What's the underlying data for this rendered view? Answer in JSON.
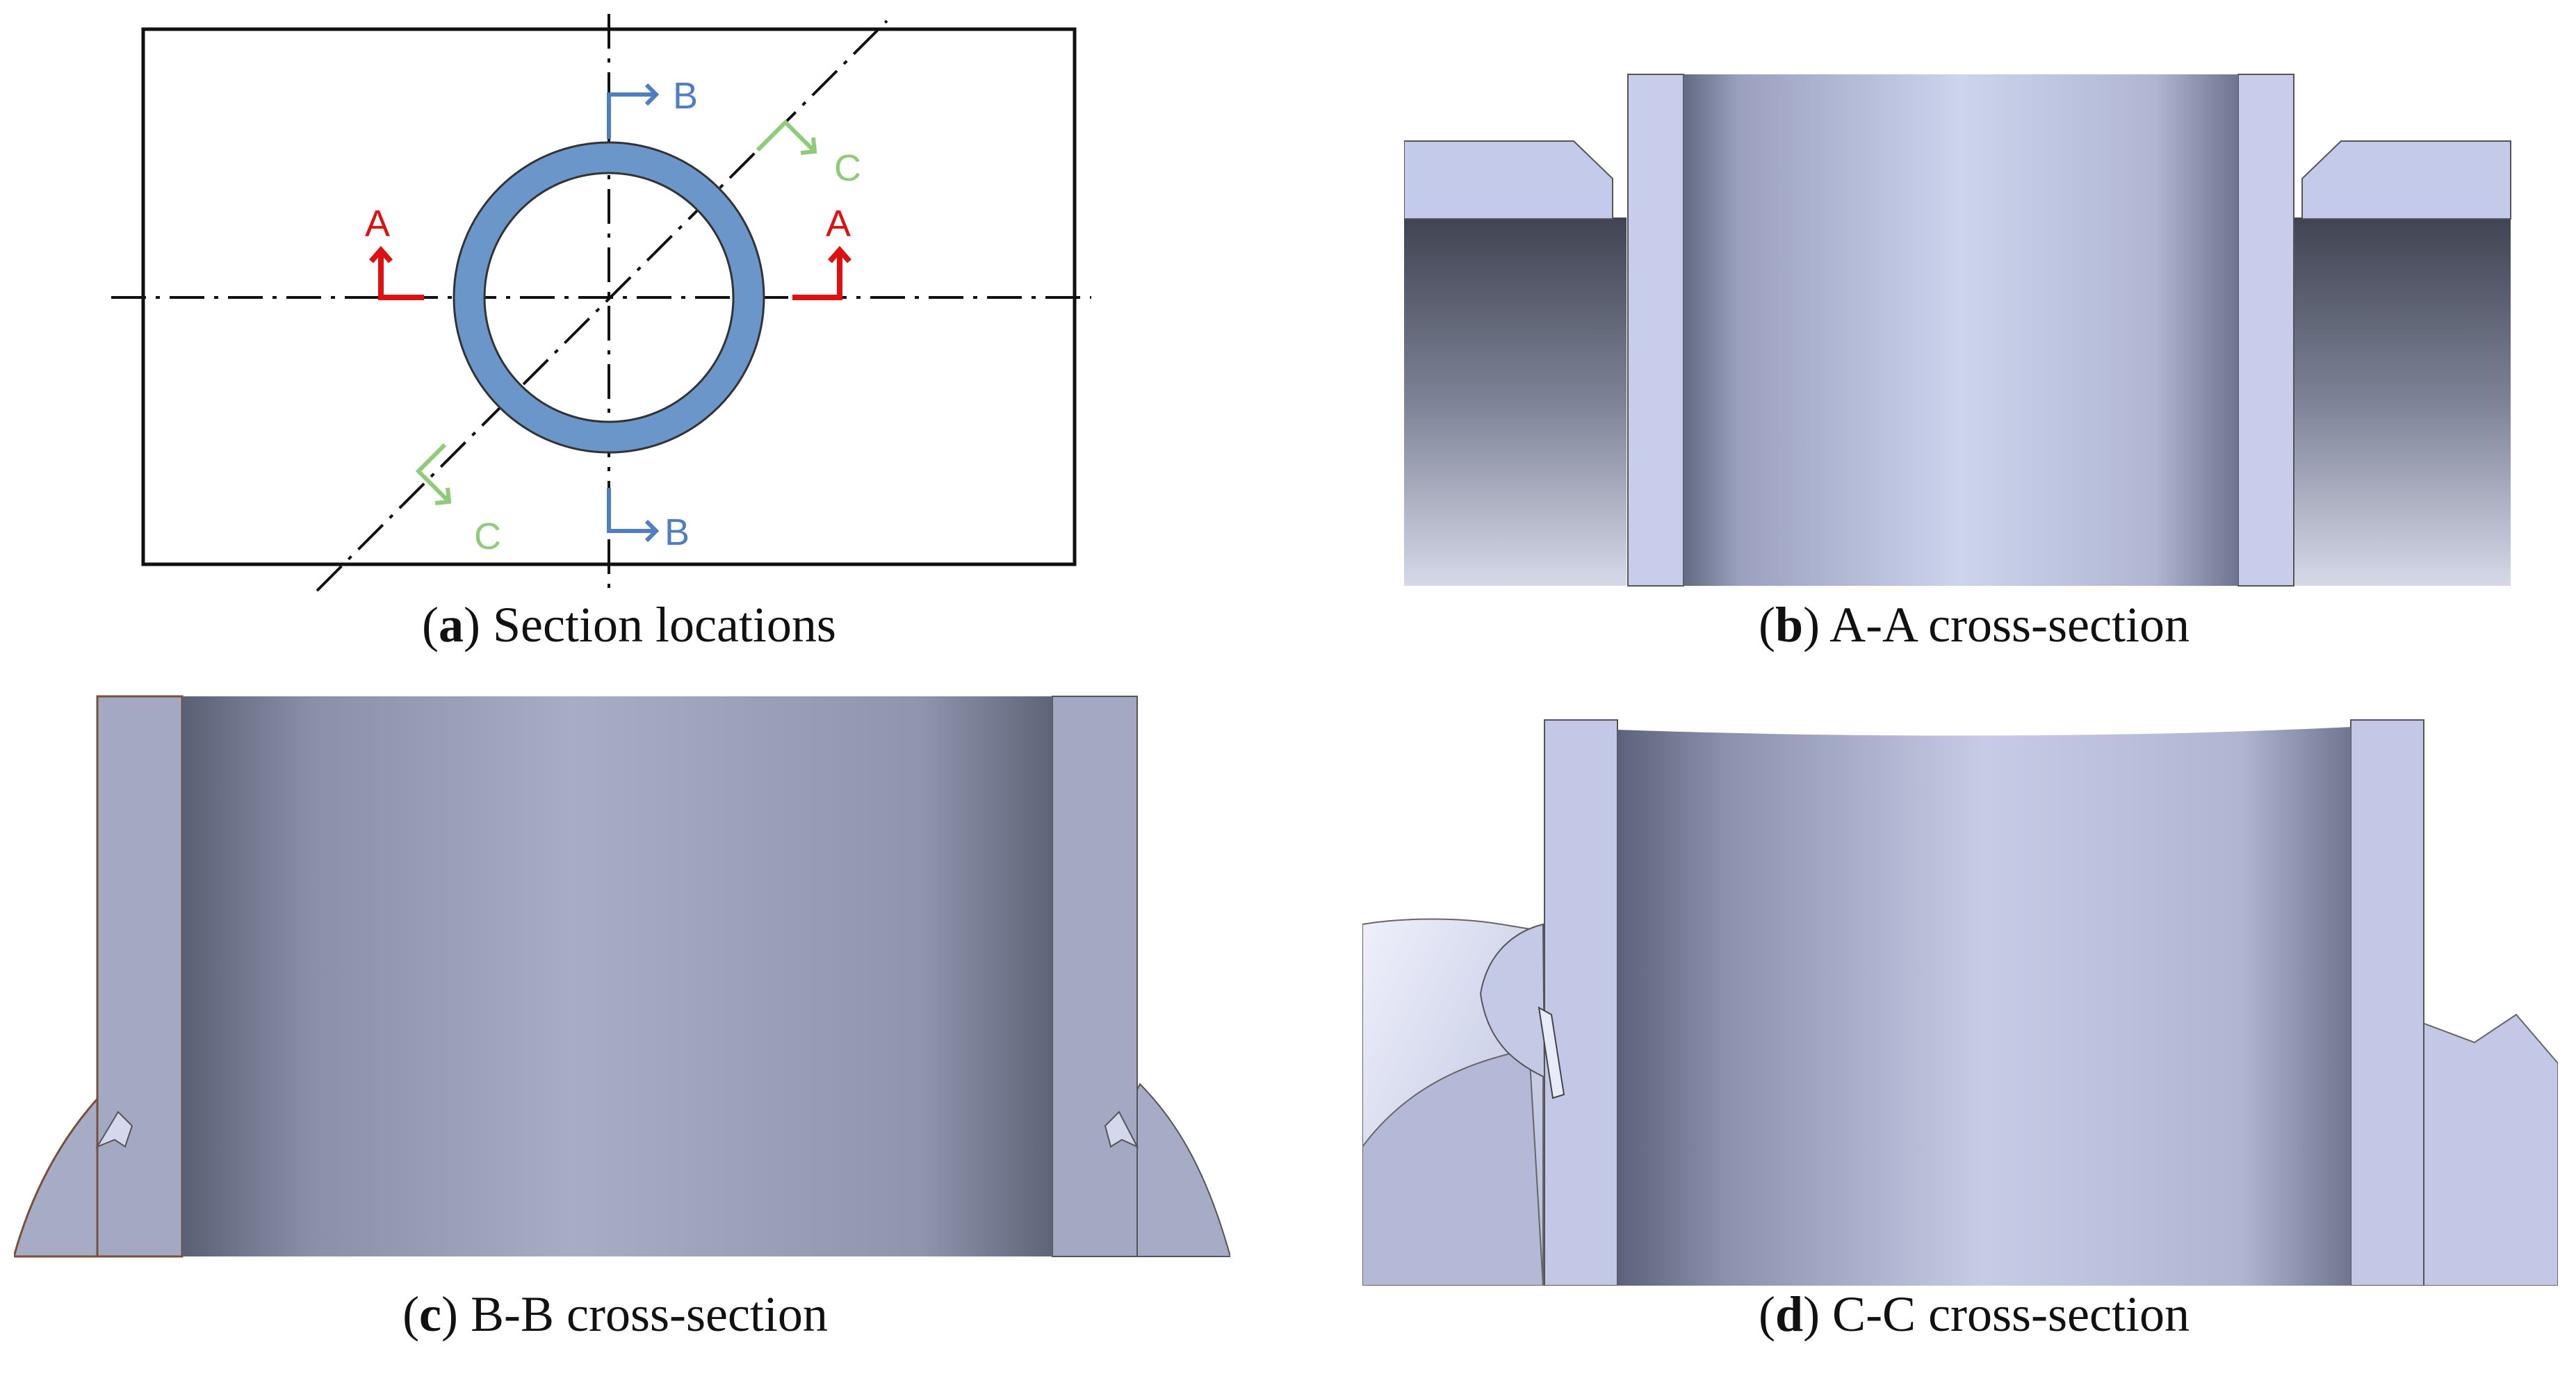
{
  "panels": {
    "a": {
      "letter": "a",
      "caption": "Section locations",
      "markers": {
        "a_left": "A",
        "a_right": "A",
        "b_top": "B",
        "b_bottom": "B",
        "c_top": "C",
        "c_bottom": "C"
      }
    },
    "b": {
      "letter": "b",
      "caption": "A-A cross-section"
    },
    "c": {
      "letter": "c",
      "caption": "B-B cross-section"
    },
    "d": {
      "letter": "d",
      "caption": "C-C cross-section"
    }
  },
  "colors": {
    "section_a": "#dd1111",
    "section_b": "#4f7fc1",
    "section_c": "#8fcc7a",
    "pipe_ring": "#6b96c9"
  }
}
